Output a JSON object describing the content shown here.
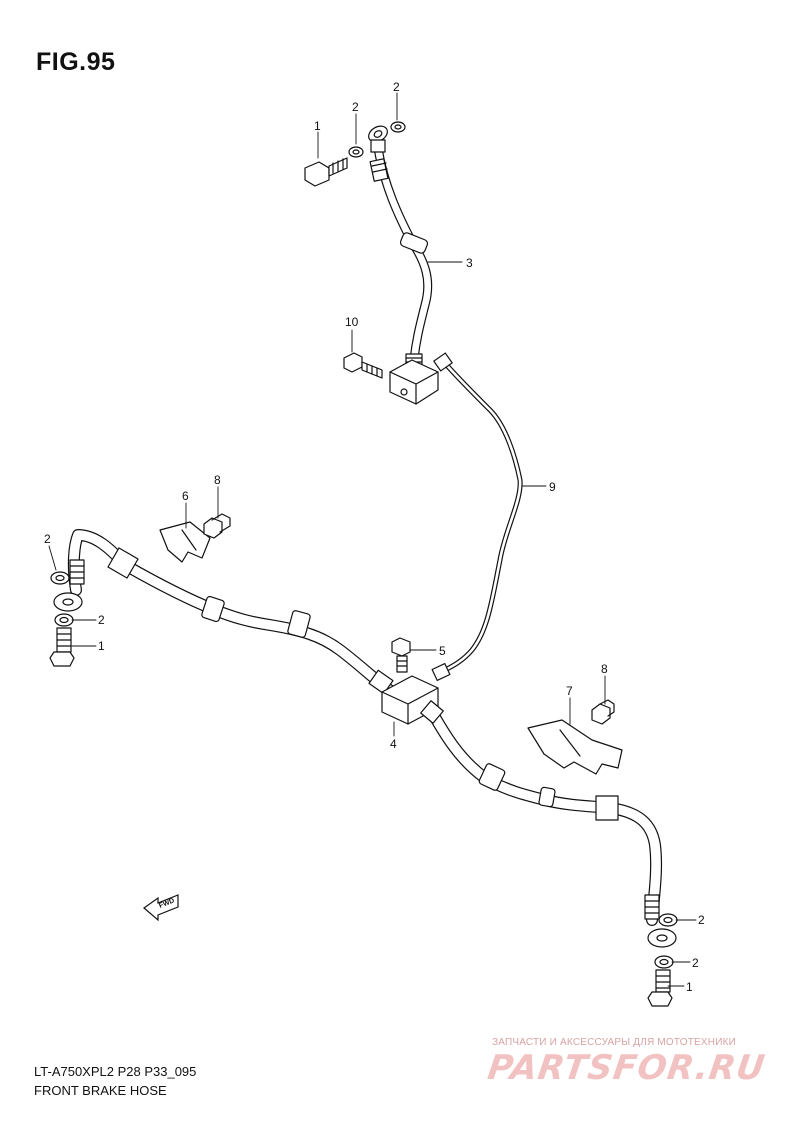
{
  "figure": {
    "title": "FIG.95",
    "model_code": "LT-A750XPL2 P28 P33_095",
    "caption": "FRONT BRAKE HOSE"
  },
  "callouts": {
    "c1": "1",
    "c2a": "2",
    "c2b": "2",
    "c3": "3",
    "c10": "10",
    "c9": "9",
    "c6": "6",
    "c8a": "8",
    "c2c": "2",
    "c2d": "2",
    "c1b": "1",
    "c5": "5",
    "c4": "4",
    "c7": "7",
    "c8b": "8",
    "c2e": "2",
    "c2f": "2",
    "c1c": "1"
  },
  "fwd_label": "FWD",
  "watermark": {
    "tagline": "ЗАПЧАСТИ И АКСЕССУАРЫ ДЛЯ МОТОТЕХНИКИ",
    "logo": "PARTSFOR.RU"
  },
  "colors": {
    "line": "#111111",
    "watermark": "#f2c2c2"
  }
}
